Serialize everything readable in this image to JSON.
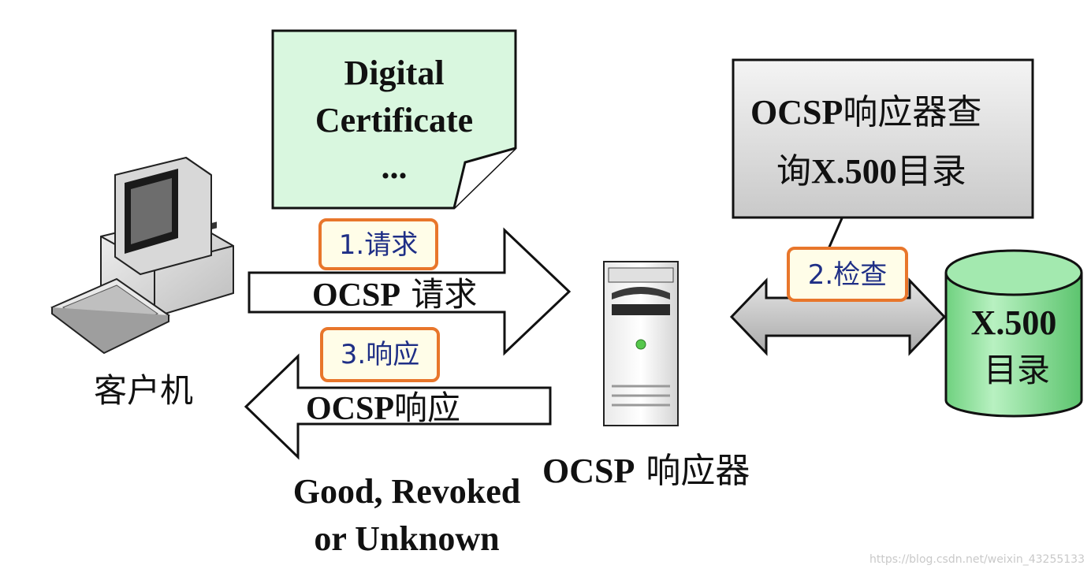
{
  "certificate": {
    "line1": "Digital",
    "line2": "Certificate",
    "line3": "..."
  },
  "lookup_note": {
    "line1_bold": "OCSP",
    "line1_rest": "响应器查",
    "line2_pre": "询",
    "line2_bold": "X.500",
    "line2_post": "目录"
  },
  "client": {
    "label": "客户机"
  },
  "responder": {
    "label_bold": "OCSP",
    "label_rest": " 响应器"
  },
  "directory": {
    "line1": "X.500",
    "line2": "目录"
  },
  "steps": {
    "request_tag": "1.请求",
    "check_tag": "2.检查",
    "response_tag": "3.响应"
  },
  "arrows": {
    "request_bold": "OCSP",
    "request_rest": " 请求",
    "response_bold": "OCSP",
    "response_rest": "响应"
  },
  "result": {
    "line1": "Good, Revoked",
    "line2": "or Unknown"
  },
  "watermark": "https://blog.csdn.net/weixin_43255133",
  "colors": {
    "certificate_fill": "#d9f7df",
    "note_fill_top": "#f2f2f2",
    "note_fill_bottom": "#cfcfcf",
    "tag_border": "#e8762b",
    "tag_fill": "#fffde8",
    "tag_text": "#1f2f86",
    "cylinder_fill": "#8fe29e",
    "double_arrow_fill": "#c8c8c8"
  }
}
